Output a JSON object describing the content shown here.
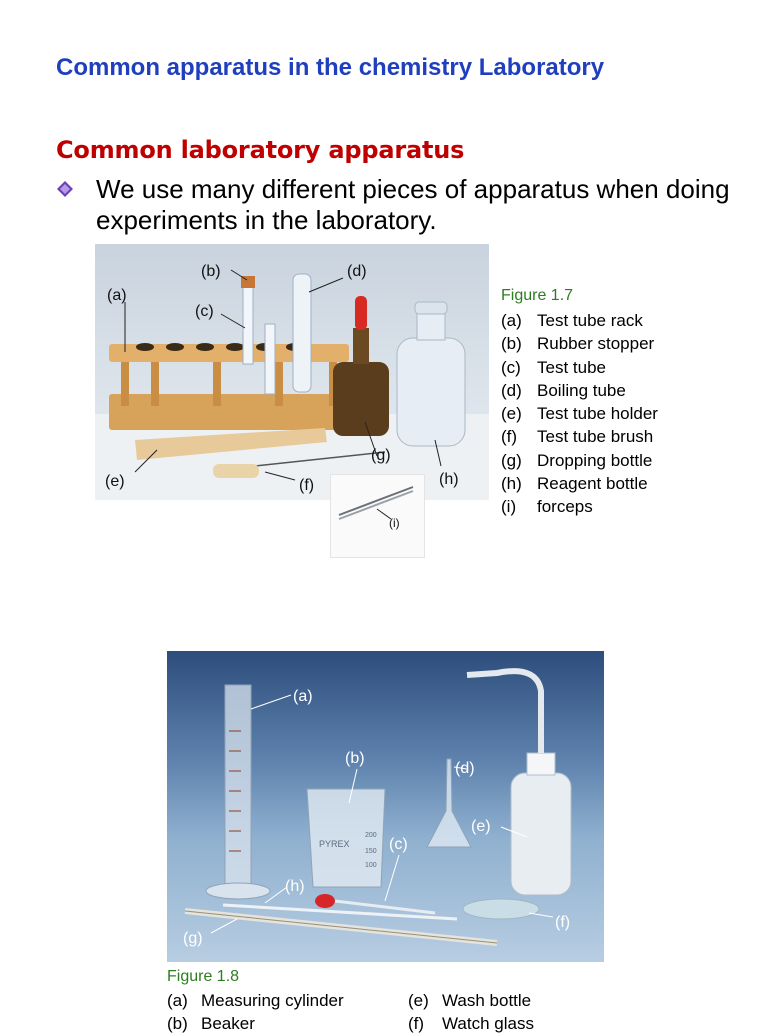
{
  "page": {
    "title": "Common apparatus in the chemistry Laboratory",
    "section_heading": "Common laboratory apparatus",
    "intro_text": "We use many different pieces of apparatus when doing experiments in the laboratory.",
    "bullet_icon": "diamond-bullet-icon",
    "colors": {
      "title": "#1f3fbf",
      "heading": "#c00000",
      "figure_caption": "#2e7d1f",
      "bullet": "#6a3fb8"
    }
  },
  "figure_1_7": {
    "caption": "Figure 1.7",
    "photo_labels": {
      "a": "(a)",
      "b": "(b)",
      "c": "(c)",
      "d": "(d)",
      "e": "(e)",
      "f": "(f)",
      "g": "(g)",
      "h": "(h)",
      "i": "(i)"
    },
    "items": [
      {
        "key": "(a)",
        "label": "Test tube rack"
      },
      {
        "key": "(b)",
        "label": "Rubber stopper"
      },
      {
        "key": "(c)",
        "label": "Test tube"
      },
      {
        "key": "(d)",
        "label": "Boiling tube"
      },
      {
        "key": "(e)",
        "label": "Test tube holder"
      },
      {
        "key": "(f)",
        "label": "Test tube brush"
      },
      {
        "key": "(g)",
        "label": "Dropping bottle"
      },
      {
        "key": "(h)",
        "label": "Reagent bottle"
      },
      {
        "key": "(i)",
        "label": "forceps"
      }
    ]
  },
  "figure_1_8": {
    "caption": "Figure 1.8",
    "photo_labels": {
      "a": "(a)",
      "b": "(b)",
      "c": "(c)",
      "d": "(d)",
      "e": "(e)",
      "f": "(f)",
      "g": "(g)",
      "h": "(h)"
    },
    "beaker_print": {
      "brand": "PYREX",
      "mark_200": "200",
      "mark_150": "150",
      "mark_100": "100"
    },
    "items_left": [
      {
        "key": "(a)",
        "label": "Measuring cylinder"
      },
      {
        "key": "(b)",
        "label": "Beaker"
      }
    ],
    "items_right": [
      {
        "key": "(e)",
        "label": "Wash bottle"
      },
      {
        "key": "(f)",
        "label": "Watch glass"
      }
    ]
  }
}
